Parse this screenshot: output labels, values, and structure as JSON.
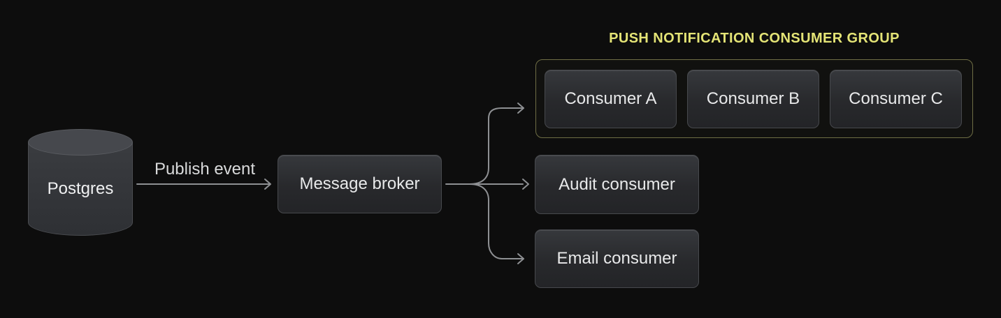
{
  "diagram": {
    "background_color": "#0d0d0d",
    "line_color": "#8e9093",
    "accent_yellow": "#e4e476",
    "group_border_color": "#6f6e45",
    "nodes": {
      "postgres": {
        "label": "Postgres",
        "shape": "cylinder"
      },
      "message_broker": {
        "label": "Message broker",
        "shape": "rounded-box"
      },
      "consumer_a": {
        "label": "Consumer A",
        "shape": "rounded-box"
      },
      "consumer_b": {
        "label": "Consumer B",
        "shape": "rounded-box"
      },
      "consumer_c": {
        "label": "Consumer C",
        "shape": "rounded-box"
      },
      "audit_consumer": {
        "label": "Audit consumer",
        "shape": "rounded-box"
      },
      "email_consumer": {
        "label": "Email consumer",
        "shape": "rounded-box"
      }
    },
    "group": {
      "title": "PUSH NOTIFICATION CONSUMER GROUP",
      "members": [
        "consumer_a",
        "consumer_b",
        "consumer_c"
      ]
    },
    "edges": [
      {
        "from": "postgres",
        "to": "message_broker",
        "label": "Publish event"
      },
      {
        "from": "message_broker",
        "to": "push_notification_consumer_group",
        "label": ""
      },
      {
        "from": "message_broker",
        "to": "audit_consumer",
        "label": ""
      },
      {
        "from": "message_broker",
        "to": "email_consumer",
        "label": ""
      }
    ]
  }
}
